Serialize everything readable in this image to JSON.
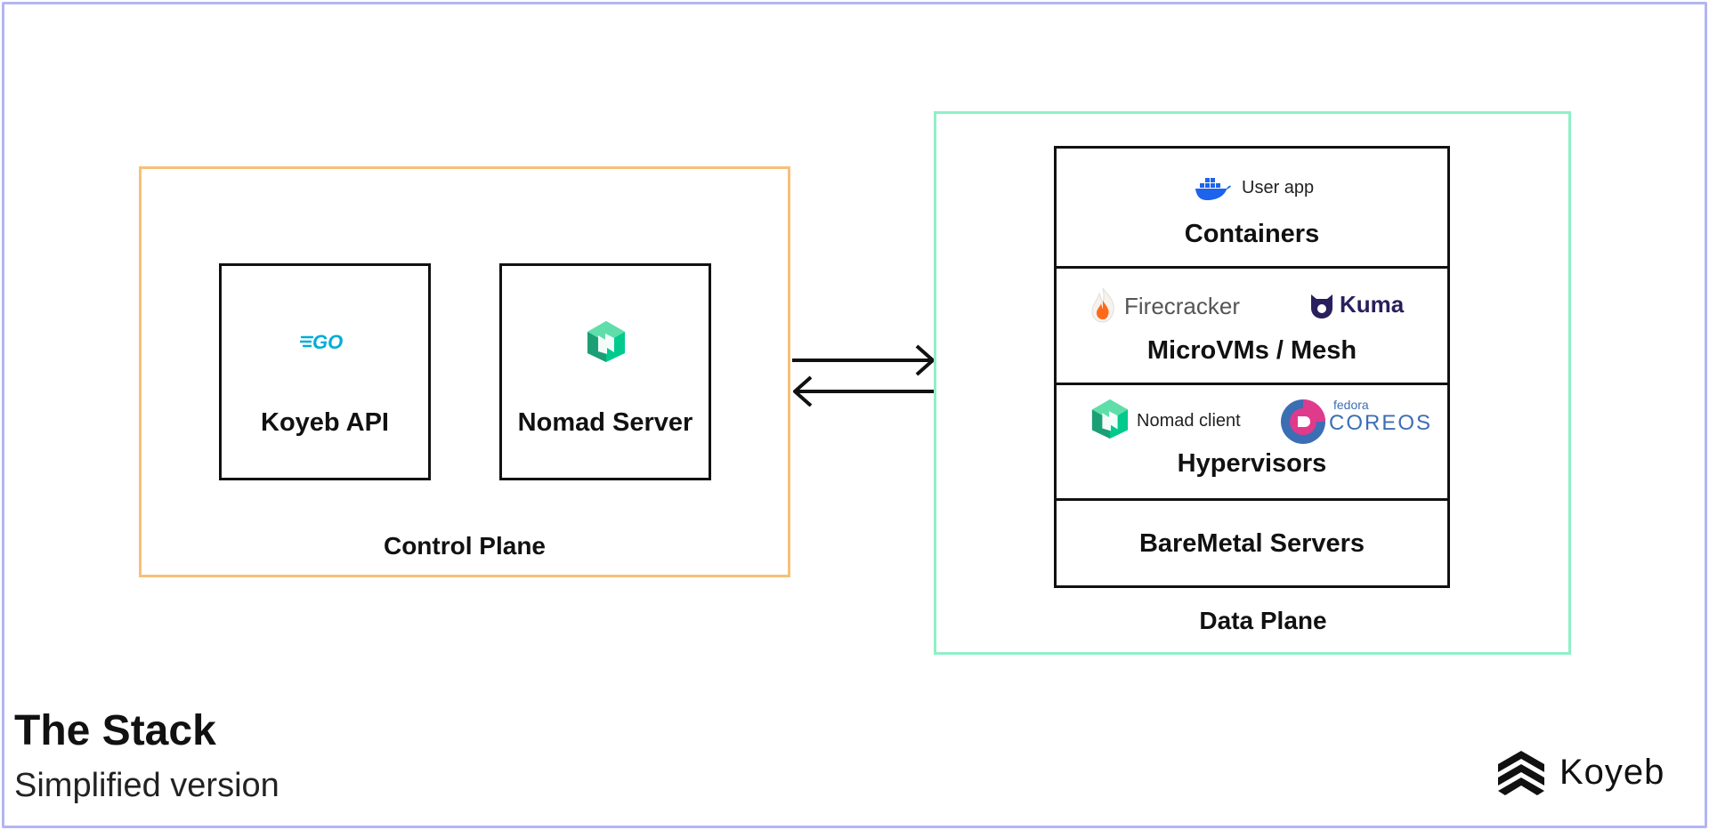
{
  "control_plane": {
    "label": "Control Plane",
    "components": [
      {
        "label": "Koyeb API",
        "logo_text": "GO",
        "logo_icon": "go-logo-icon"
      },
      {
        "label": "Nomad Server",
        "logo_icon": "nomad-logo-icon"
      }
    ]
  },
  "data_plane": {
    "label": "Data Plane",
    "layers": [
      {
        "title": "Containers",
        "items": [
          {
            "text": "User app",
            "icon": "docker-icon"
          }
        ]
      },
      {
        "title": "MicroVMs / Mesh",
        "items": [
          {
            "text": "Firecracker",
            "icon": "firecracker-icon"
          },
          {
            "text": "Kuma",
            "icon": "kuma-icon"
          }
        ]
      },
      {
        "title": "Hypervisors",
        "items": [
          {
            "text": "Nomad client",
            "icon": "nomad-logo-icon"
          },
          {
            "text_small": "fedora",
            "text": "COREOS",
            "icon": "fedora-coreos-icon"
          }
        ]
      },
      {
        "title": "BareMetal Servers",
        "items": []
      }
    ]
  },
  "footer": {
    "title": "The Stack",
    "subtitle": "Simplified version",
    "brand": "Koyeb",
    "brand_icon": "koyeb-logo-icon"
  },
  "colors": {
    "frame_border": "#b3b5f2",
    "control_plane_border": "#f6c07a",
    "data_plane_border": "#8ff0c6",
    "go_blue": "#00add8",
    "nomad_green": "#60dea9",
    "docker_blue": "#1d63ed",
    "kuma_purple": "#291f5c",
    "fedora_pink": "#e03a8d",
    "fedora_blue": "#3c6eb4"
  }
}
